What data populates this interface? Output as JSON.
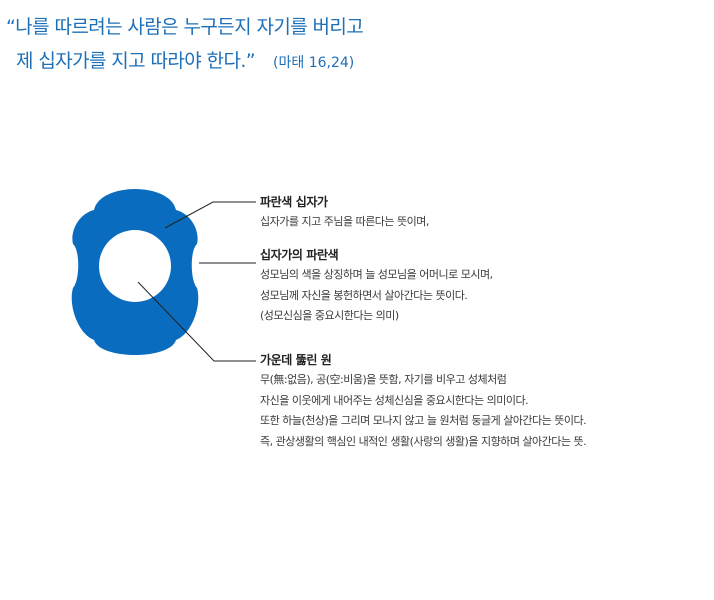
{
  "quote": {
    "open_mark": "“",
    "line1": "나를 따르려는 사람은 누구든지 자기를 버리고",
    "line2": "제 십자가를 지고 따라야 한다.",
    "close_mark": "”",
    "reference": "(마태 16,24)"
  },
  "colors": {
    "accent": "#1d6fb8",
    "cross_blue": "#0a6cbf",
    "leader_line": "#222222"
  },
  "sections": [
    {
      "title": "파란색 십자가",
      "lines": [
        "십자가를 지고 주님을 따른다는 뜻이며,"
      ]
    },
    {
      "title": "십자가의 파란색",
      "lines": [
        "성모님의 색을 상징하며 늘 성모님을 어머니로 모시며,",
        "성모님께 자신을 봉헌하면서 살아간다는 뜻이다.",
        "(성모신심을 중요시한다는 의미)"
      ]
    },
    {
      "title": "가운데 뚫린 원",
      "lines": [
        "무(無:없음), 공(空:비움)을 뜻함, 자기를 비우고 성체처럼",
        "자신을 이웃에게 내어주는 성체신심을 중요시한다는 의미이다.",
        "또한 하늘(천상)을 그리며 모나지 않고 늘 원처럼 둥글게 살아간다는 뜻이다.",
        "즉, 관상생활의 핵심인 내적인 생활(사랑의 생활)을 지향하며 살아간다는 뜻."
      ]
    }
  ]
}
